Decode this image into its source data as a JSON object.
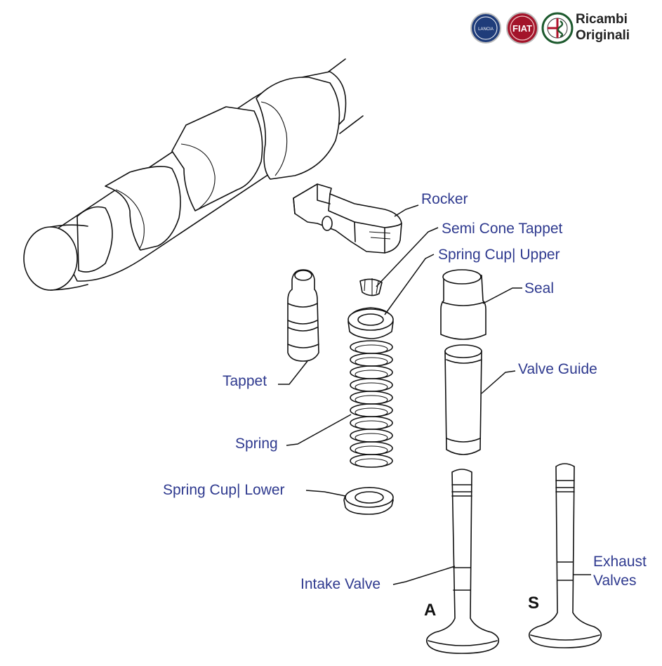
{
  "brand": {
    "line1": "Ricambi",
    "line2": "Originali",
    "logos": [
      {
        "name": "lancia-logo",
        "text": "LANCIA",
        "color": "#1f3c7a"
      },
      {
        "name": "fiat-logo",
        "text": "FIAT",
        "color": "#a3142a"
      },
      {
        "name": "alfa-romeo-logo",
        "text": "",
        "color": "#1d5a2e"
      }
    ]
  },
  "labels": {
    "rocker": "Rocker",
    "semi_cone_tappet": "Semi Cone Tappet",
    "spring_cup_upper": "Spring Cup| Upper",
    "seal": "Seal",
    "tappet": "Tappet",
    "valve_guide": "Valve Guide",
    "spring": "Spring",
    "spring_cup_lower": "Spring Cup| Lower",
    "intake_valve": "Intake Valve",
    "exhaust_valves_line1": "Exhaust",
    "exhaust_valves_line2": "Valves"
  },
  "markers": {
    "intake": "A",
    "exhaust": "S"
  },
  "colors": {
    "label_text": "#2f3a8f",
    "line_art": "#111111"
  }
}
